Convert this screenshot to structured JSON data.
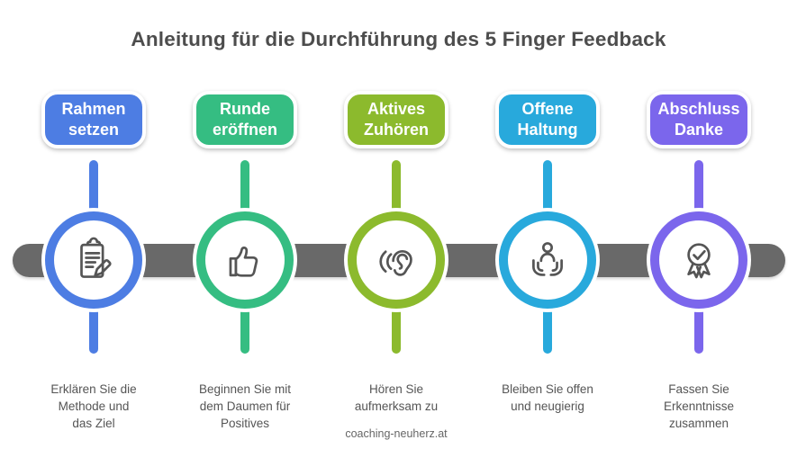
{
  "title": "Anleitung für die Durchführung des 5 Finger Feedback",
  "watermark": "coaching-neuherz.at",
  "colors": {
    "background": "#FFFFFF",
    "title_text": "#4D4D4D",
    "body_text": "#555555",
    "icon_stroke": "#555555",
    "timeline_bar": "#696969"
  },
  "steps": [
    {
      "label": "Rahmen\nsetzen",
      "description": "Erklären Sie die\nMethode und\ndas Ziel",
      "color": "#4D7DE3",
      "icon": "clipboard-pencil-icon"
    },
    {
      "label": "Runde\neröffnen",
      "description": "Beginnen Sie mit\ndem Daumen für\nPositives",
      "color": "#35BD82",
      "icon": "thumbs-up-icon"
    },
    {
      "label": "Aktives\nZuhören",
      "description": "Hören Sie\naufmerksam zu",
      "color": "#8CBA2D",
      "icon": "listening-ear-icon"
    },
    {
      "label": "Offene\nHaltung",
      "description": "Bleiben Sie offen\nund neugierig",
      "color": "#28A9DC",
      "icon": "open-hands-person-icon"
    },
    {
      "label": "Abschluss\nDanke",
      "description": "Fassen Sie\nErkenntnisse\nzusammen",
      "color": "#7B66EC",
      "icon": "award-badge-icon"
    }
  ]
}
